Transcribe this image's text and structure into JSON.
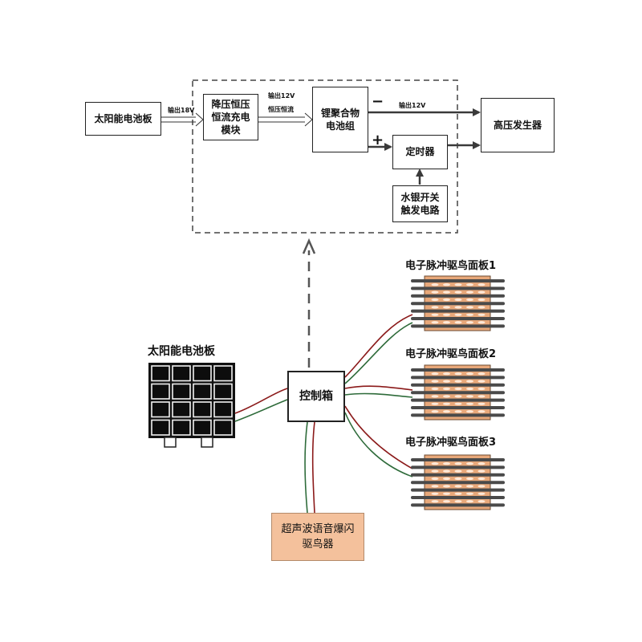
{
  "top": {
    "solar_panel": "太阳能电池板",
    "charger_module": "降压恒压恒流充电模块",
    "battery": "锂聚合物电池组",
    "hv_generator": "高压发生器",
    "timer": "定时器",
    "mercury_switch": "水银开关触发电路",
    "out_label_1": "输出18V",
    "out_label_2": "输出12V",
    "const_label": "恒压恒流",
    "out_label_3": "输出12V",
    "minus_sign": "−",
    "plus_sign": "+"
  },
  "bottom": {
    "solar_panel_label": "太阳能电池板",
    "control_box": "控制箱",
    "panel_labels": [
      "电子脉冲驱鸟面板1",
      "电子脉冲驱鸟面板2",
      "电子脉冲驱鸟面板3"
    ],
    "ultrasonic": "超声波语音爆闪驱鸟器"
  },
  "colors": {
    "wire_red": "#8b1a1a",
    "wire_green": "#2e6b3a",
    "panel_fill": "#e8a87a",
    "ultrasonic_fill": "#f4c19c",
    "electrode": "#4a4a4a"
  }
}
